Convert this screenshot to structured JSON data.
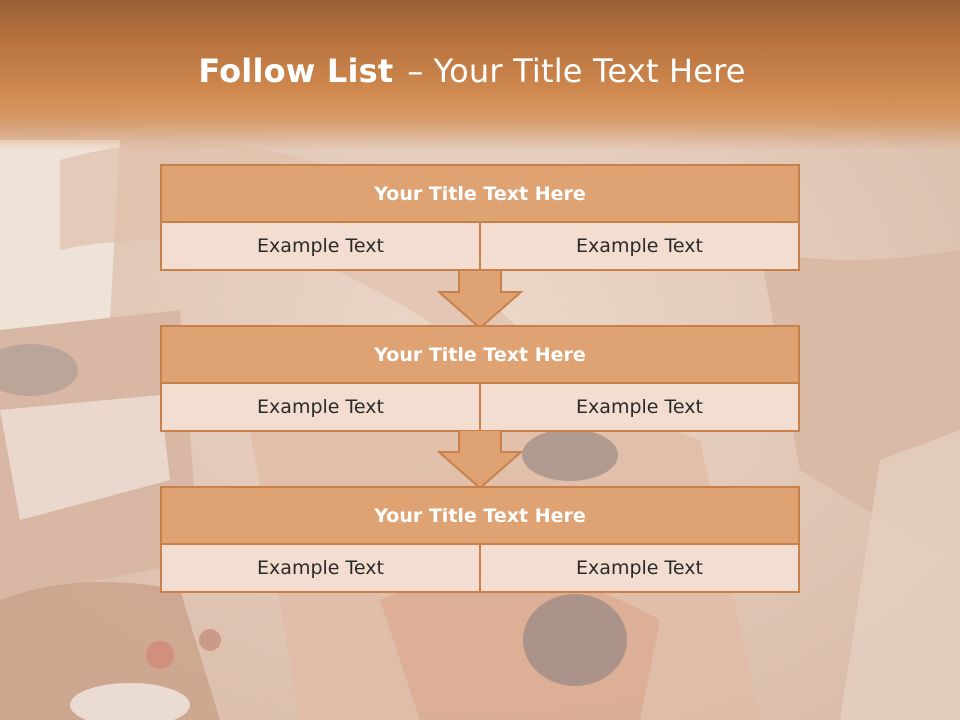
{
  "slide": {
    "title_bold": "Follow List",
    "title_separator": "–",
    "title_rest": "Your Title Text Here",
    "accent_color": "#dea273",
    "border_color": "#c9814b",
    "cell_color": "#f2ddd0"
  },
  "steps": [
    {
      "title": "Your Title Text Here",
      "left": "Example Text",
      "right": "Example Text"
    },
    {
      "title": "Your Title Text Here",
      "left": "Example Text",
      "right": "Example Text"
    },
    {
      "title": "Your Title Text Here",
      "left": "Example Text",
      "right": "Example Text"
    }
  ],
  "connectors": [
    {
      "icon": "down-arrow-icon"
    },
    {
      "icon": "down-arrow-icon"
    }
  ]
}
